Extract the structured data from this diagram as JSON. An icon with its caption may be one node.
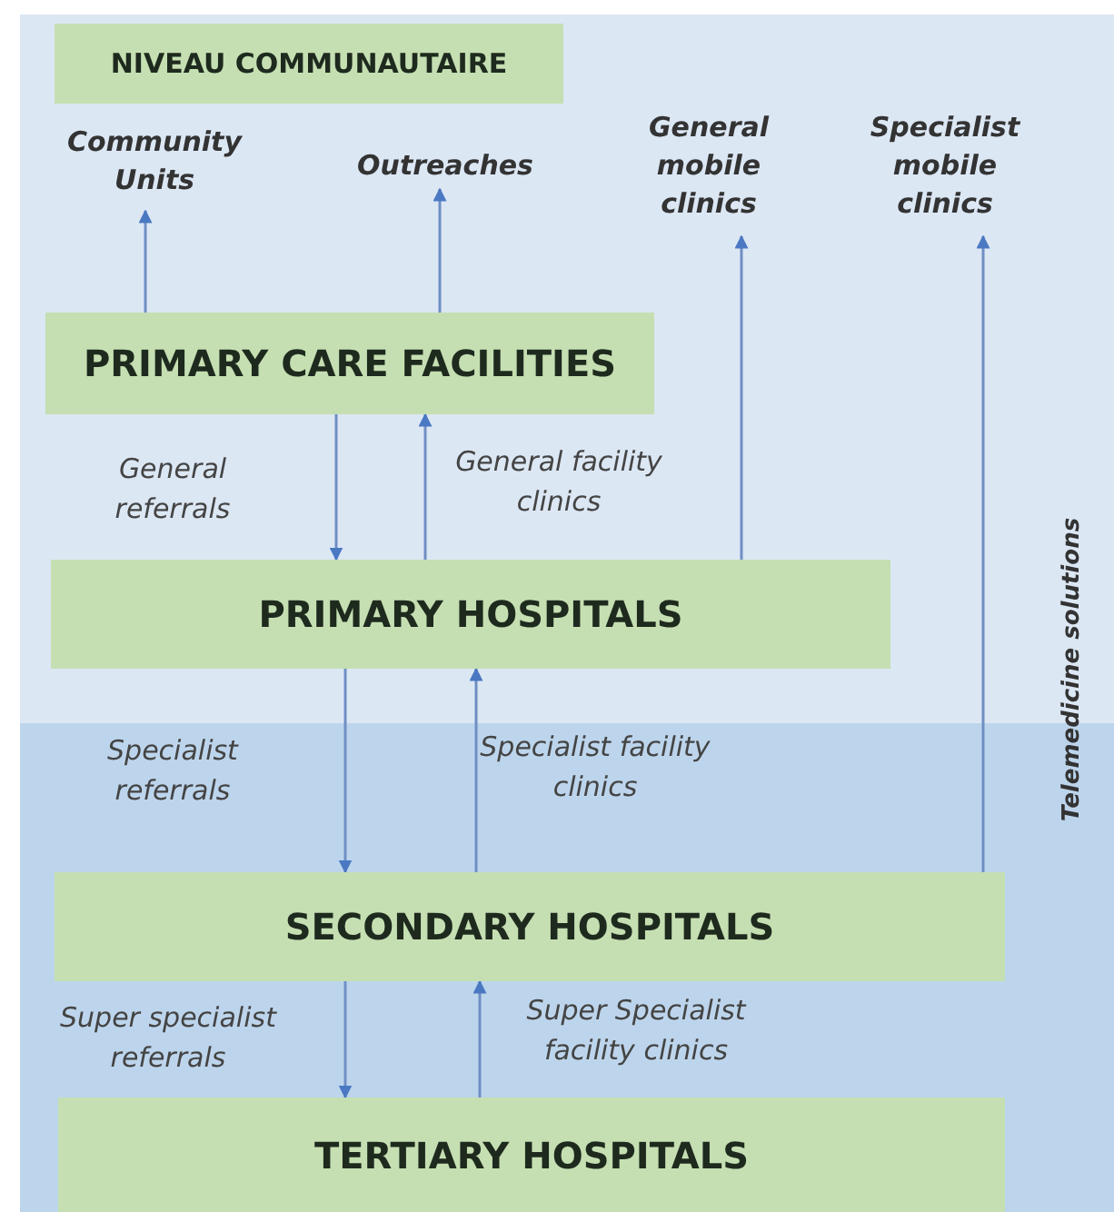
{
  "diagram": {
    "nodes": [
      {
        "text": [
          "NIVEAU COMMUNAUTAIRE"
        ]
      },
      {
        "text": [
          "Community Units"
        ]
      },
      {
        "text": [
          "Outreaches"
        ]
      },
      {
        "text": [
          "General mobile clinics"
        ]
      },
      {
        "text": [
          "Specialist mobile clinics"
        ]
      },
      {
        "text": [
          "PRIMARY CARE FACILITIES"
        ]
      },
      {
        "text": [
          "PRIMARY HOSPITALS"
        ]
      },
      {
        "text": [
          "SECONDARY HOSPITALS"
        ]
      },
      {
        "text": [
          "TERTIARY HOSPITALS"
        ]
      }
    ],
    "edges": [
      {
        "from": 5,
        "to": 1,
        "arrow": "to"
      },
      {
        "from": 5,
        "to": 2,
        "arrow": "to"
      },
      {
        "from": 6,
        "to": 3,
        "arrow": "to"
      },
      {
        "from": 7,
        "to": 4,
        "arrow": "to"
      },
      {
        "from": 5,
        "to": 6,
        "arrow": "to",
        "label": "General referrals"
      },
      {
        "from": 6,
        "to": 5,
        "arrow": "to",
        "label": "General facility clinics"
      },
      {
        "from": 6,
        "to": 7,
        "arrow": "to",
        "label": "Specialist referrals"
      },
      {
        "from": 7,
        "to": 6,
        "arrow": "to",
        "label": "Specialist facility clinics"
      },
      {
        "from": 7,
        "to": 8,
        "arrow": "to",
        "label": "Super specialist referrals"
      },
      {
        "from": 8,
        "to": 7,
        "arrow": "to",
        "label": "Super Specialist facility clinics"
      }
    ],
    "labels": [
      "Telemedicine solutions"
    ]
  }
}
